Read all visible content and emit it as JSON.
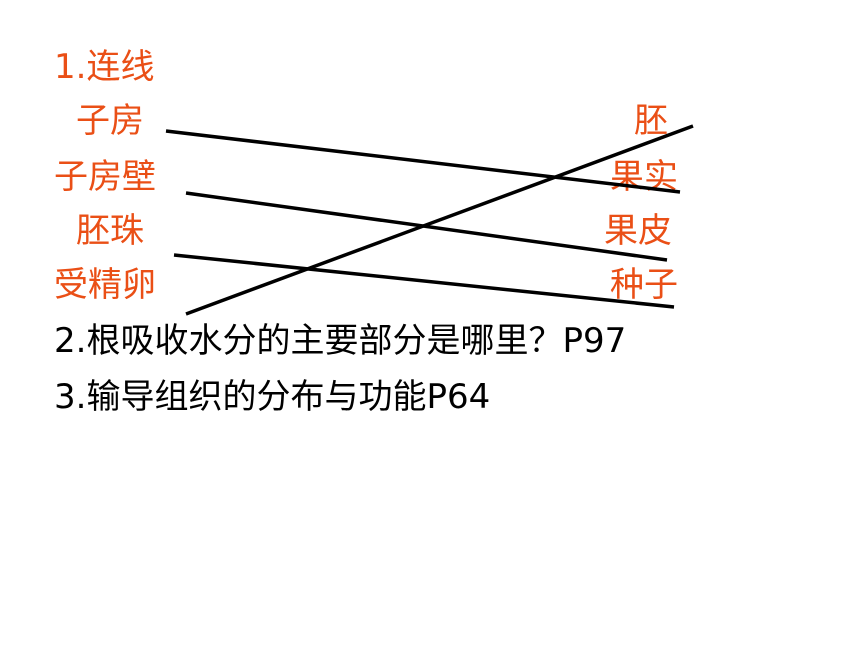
{
  "question1": {
    "heading": "1.连线",
    "left_items": [
      "子房",
      "子房壁",
      "胚珠",
      "受精卵"
    ],
    "right_items": [
      "胚",
      "果实",
      "果皮",
      "种子"
    ],
    "color": "#ea4f16"
  },
  "question2": {
    "text": "2.根吸收水分的主要部分是哪里？P97"
  },
  "question3": {
    "text": "3.输导组织的分布与功能P64"
  }
}
